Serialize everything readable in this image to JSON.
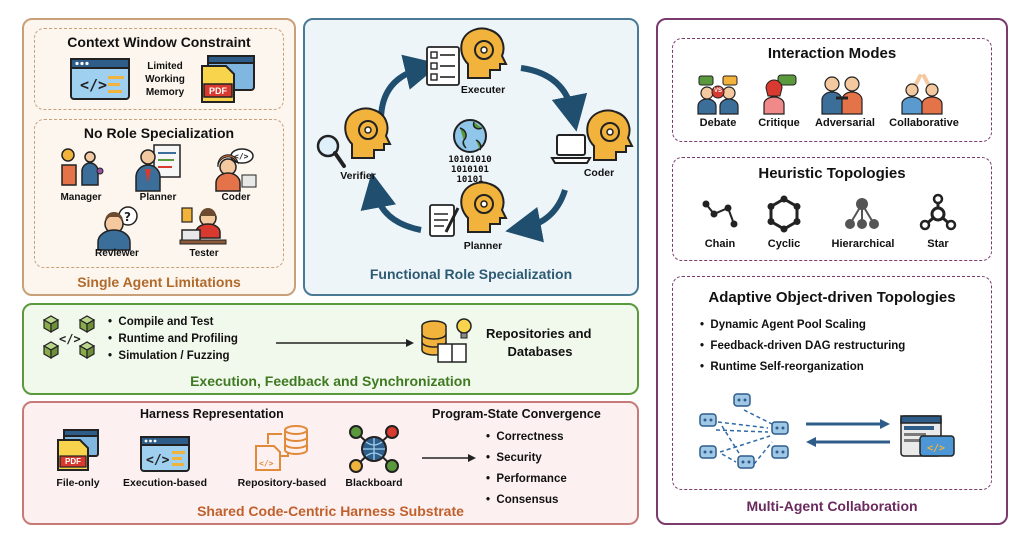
{
  "colors": {
    "single_border": "#c8a07a",
    "single_bg": "#fdf6ee",
    "single_title": "#b06a2c",
    "functional_border": "#4a7a96",
    "functional_bg": "#eef5f9",
    "functional_title": "#2d5a73",
    "execution_border": "#5a9a3c",
    "execution_bg": "#f1f8ec",
    "execution_title": "#3f7a22",
    "harness_border": "#c87a78",
    "harness_bg": "#fcf1f0",
    "harness_title": "#c0602c",
    "multi_border": "#7a3a6e",
    "multi_title": "#6a2a5e",
    "arrow": "#1f4e6e"
  },
  "single_agent": {
    "title": "Single Agent Limitations",
    "context": {
      "heading": "Context Window Constraint",
      "note_line1": "Limited",
      "note_line2": "Working",
      "note_line3": "Memory",
      "pdf": "PDF"
    },
    "roles": {
      "heading": "No Role Specialization",
      "manager": "Manager",
      "planner": "Planner",
      "coder": "Coder",
      "reviewer": "Reviewer",
      "tester": "Tester"
    }
  },
  "functional": {
    "title": "Functional Role Specialization",
    "executer": "Executer",
    "coder": "Coder",
    "planner": "Planner",
    "verifier": "Verifier",
    "binary1": "10101010",
    "binary2": "1010101",
    "binary3": "10101"
  },
  "execution": {
    "title": "Execution, Feedback and Synchronization",
    "bullets": [
      "Compile and Test",
      "Runtime and Profiling",
      "Simulation / Fuzzing"
    ],
    "target_line1": "Repositories and",
    "target_line2": "Databases"
  },
  "harness": {
    "title": "Shared Code-Centric Harness Substrate",
    "representation_heading": "Harness Representation",
    "items": {
      "file": "File-only",
      "exec": "Execution-based",
      "repo": "Repository-based",
      "board": "Blackboard"
    },
    "pdf": "PDF",
    "convergence_heading": "Program-State Convergence",
    "convergence": [
      "Correctness",
      "Security",
      "Performance",
      "Consensus"
    ]
  },
  "multi": {
    "title": "Multi-Agent Collaboration",
    "interaction": {
      "heading": "Interaction Modes",
      "vs": "VS",
      "modes": [
        "Debate",
        "Critique",
        "Adversarial",
        "Collaborative"
      ]
    },
    "heuristic": {
      "heading": "Heuristic Topologies",
      "types": [
        "Chain",
        "Cyclic",
        "Hierarchical",
        "Star"
      ]
    },
    "adaptive": {
      "heading": "Adaptive Object-driven Topologies",
      "bullets": [
        "Dynamic Agent Pool Scaling",
        "Feedback-driven DAG restructuring",
        "Runtime Self-reorganization"
      ]
    }
  }
}
